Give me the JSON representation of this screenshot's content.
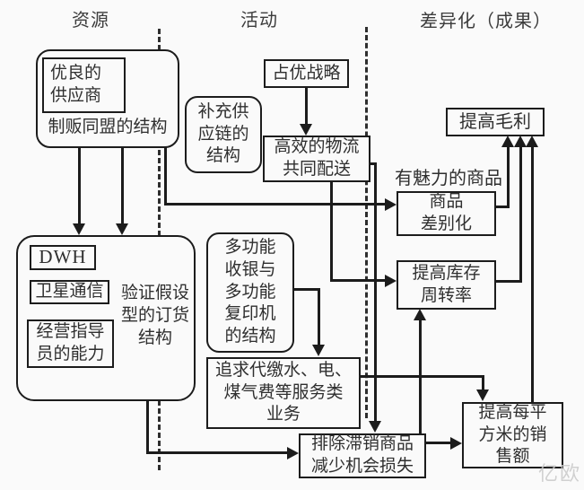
{
  "headers": {
    "resources": "资源",
    "activities": "活动",
    "results": "差异化（成果）"
  },
  "boxes": {
    "alliance": {
      "label": "制贩同盟的结构"
    },
    "supplier": {
      "text": "优良的\n供应商"
    },
    "supply_chain": {
      "text": "补充供\n应链的\n结构"
    },
    "strategy": {
      "text": "占优战略"
    },
    "logistics": {
      "text": "高效的物流\n共同配送"
    },
    "verification": {
      "label": "验证假设\n型的订货\n结构"
    },
    "dwh": {
      "text": "DWH"
    },
    "satellite": {
      "text": "卫星通信"
    },
    "advisor": {
      "text": "经营指导\n员的能力"
    },
    "multifunction": {
      "text": "多功能\n收银与\n多功能\n复印机\n的结构"
    },
    "agency": {
      "text": "追求代缴水、电、\n煤气费等服务类\n业务"
    },
    "exclusion": {
      "text": "排除滞销商品\n减少机会损失"
    },
    "gross_profit": {
      "text": "提高毛利"
    },
    "attractive": {
      "text": "有魅力的商品"
    },
    "differentiation": {
      "text": "商品\n差别化"
    },
    "turnover": {
      "text": "提高库存\n周转率"
    },
    "sales_per_sqm": {
      "text": "提高每平\n方米的销\n售额"
    }
  },
  "watermark": "亿欧",
  "colors": {
    "line": "#1c1c1c",
    "background": "#fafafa",
    "text": "#2f2f2f"
  }
}
